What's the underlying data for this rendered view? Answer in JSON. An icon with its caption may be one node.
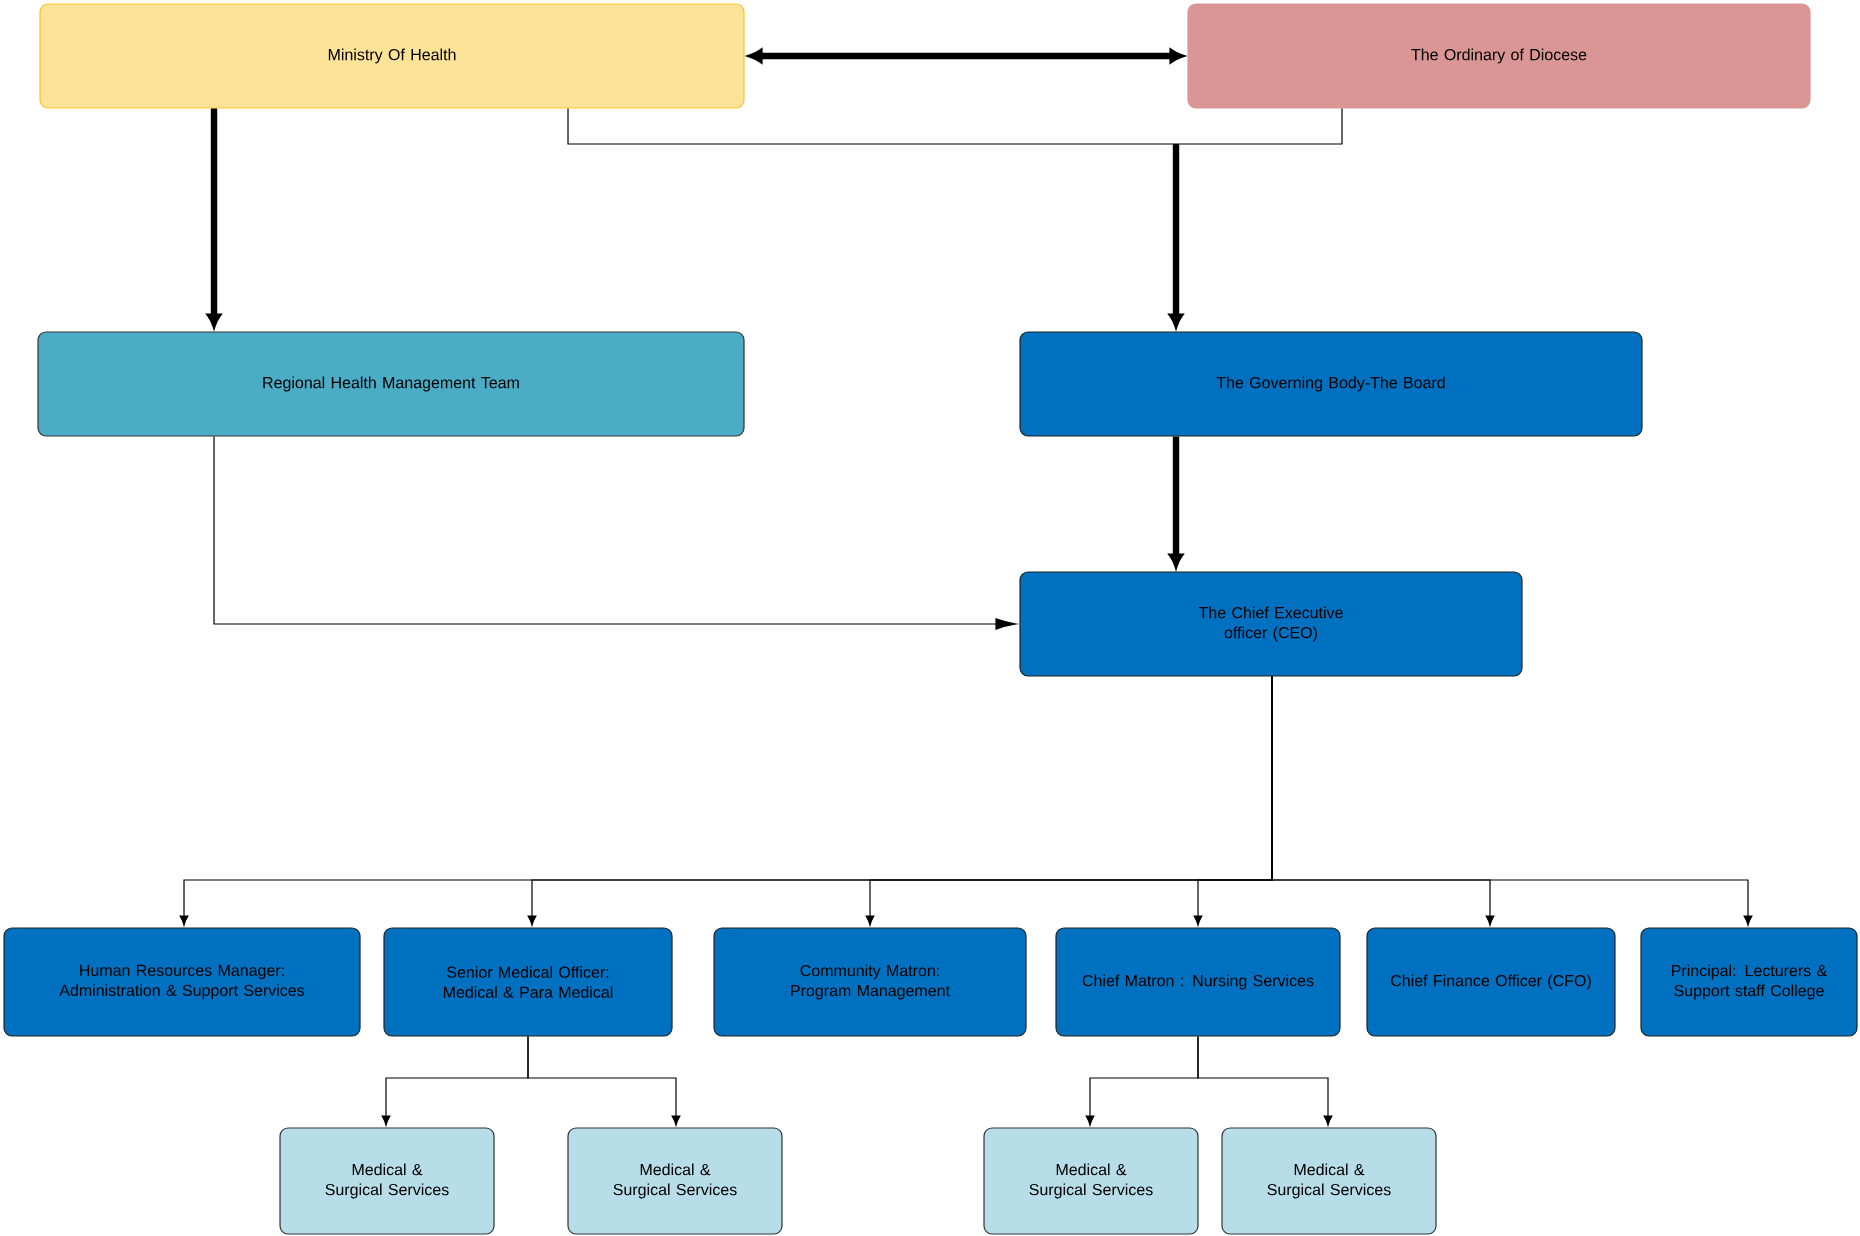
{
  "diagram": {
    "nodes": [
      {
        "text": [
          "Ministry Of Health"
        ]
      },
      {
        "text": [
          "The Ordinary of Diocese"
        ]
      },
      {
        "text": [
          "Regional Health Management Team"
        ]
      },
      {
        "text": [
          "The Governing Body-The Board"
        ]
      },
      {
        "text": [
          "The Chief Executive officer (CEO)"
        ]
      },
      {
        "text": [
          "Human Resources Manager: Administration & Support Services"
        ]
      },
      {
        "text": [
          "Senior Medical Officer: Medical & Para Medical"
        ]
      },
      {
        "text": [
          "Community Matron: Program Management"
        ]
      },
      {
        "text": [
          "Chief Matron : Nursing Services"
        ]
      },
      {
        "text": [
          "Chief Finance Officer (CFO)"
        ]
      },
      {
        "text": [
          "Principal: Lecturers & Support staff College"
        ]
      },
      {
        "text": [
          "Medical & Surgical Services"
        ]
      },
      {
        "text": [
          "Medical & Surgical Services"
        ]
      },
      {
        "text": [
          "Medical & Surgical Services"
        ]
      },
      {
        "text": [
          "Medical & Surgical Services"
        ]
      }
    ],
    "edges": [
      {
        "from": 0,
        "to": 1,
        "arrow": "both",
        "style": "thick"
      },
      {
        "from": 0,
        "to": 2,
        "arrow": "to",
        "style": "thick"
      },
      {
        "from": 0,
        "to": 3,
        "arrow": "to"
      },
      {
        "from": 1,
        "to": 3,
        "arrow": "to"
      },
      {
        "from": 3,
        "to": 4,
        "arrow": "to",
        "style": "thick"
      },
      {
        "from": 2,
        "to": 4,
        "arrow": "to"
      },
      {
        "from": 4,
        "to": 5,
        "arrow": "to"
      },
      {
        "from": 4,
        "to": 6,
        "arrow": "to"
      },
      {
        "from": 4,
        "to": 7,
        "arrow": "to"
      },
      {
        "from": 4,
        "to": 8,
        "arrow": "to"
      },
      {
        "from": 4,
        "to": 9,
        "arrow": "to"
      },
      {
        "from": 4,
        "to": 10,
        "arrow": "to"
      },
      {
        "from": 6,
        "to": 11,
        "arrow": "to"
      },
      {
        "from": 6,
        "to": 12,
        "arrow": "to"
      },
      {
        "from": 8,
        "to": 13,
        "arrow": "to"
      },
      {
        "from": 8,
        "to": 14,
        "arrow": "to"
      }
    ]
  }
}
